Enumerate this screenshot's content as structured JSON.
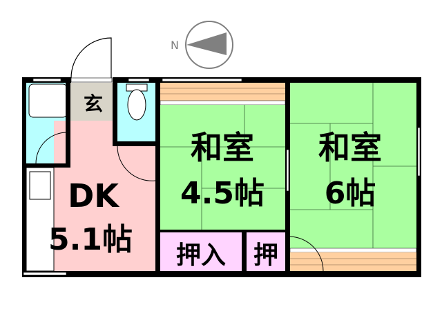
{
  "compass": {
    "label": "N"
  },
  "rooms": {
    "entrance": {
      "label": "玄"
    },
    "dk": {
      "line1": "DK",
      "line2": "5.1帖"
    },
    "washitsu_small": {
      "line1": "和室",
      "line2": "4.5帖"
    },
    "washitsu_large": {
      "line1": "和室",
      "line2": "6帖"
    },
    "closet_large": {
      "label": "押入"
    },
    "closet_small": {
      "label": "押"
    }
  },
  "colors": {
    "wall": "#000000",
    "tatami": "#aaffa0",
    "dk": "#ffd0d0",
    "wet_area": "#b8ffff",
    "entrance": "#d8d4c8",
    "closet": "#ffd4ff",
    "veranda": "#ffd0a0",
    "compass_arrow": "#808080"
  }
}
